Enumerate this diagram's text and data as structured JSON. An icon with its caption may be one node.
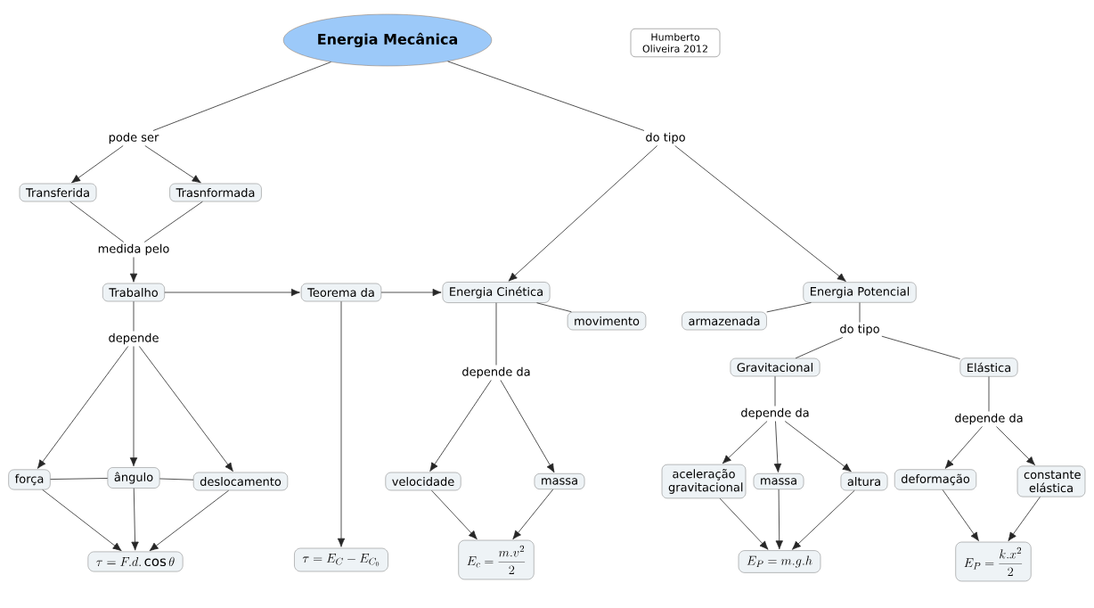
{
  "diagram": {
    "nodes": [
      {
        "text": [
          "Energia Mecânica"
        ]
      },
      {
        "text": [
          "Humberto Oliveira 2012"
        ]
      },
      {
        "text": [
          "pode ser"
        ]
      },
      {
        "text": [
          "do tipo"
        ]
      },
      {
        "text": [
          "Transferida"
        ]
      },
      {
        "text": [
          "Trasnformada"
        ]
      },
      {
        "text": [
          "medida pelo"
        ]
      },
      {
        "text": [
          "Trabalho"
        ]
      },
      {
        "text": [
          "Teorema da"
        ]
      },
      {
        "text": [
          "Energia Cinética"
        ]
      },
      {
        "text": [
          "movimento"
        ]
      },
      {
        "text": [
          "Energia Potencial"
        ]
      },
      {
        "text": [
          "armazenada"
        ]
      },
      {
        "text": [
          "depende"
        ]
      },
      {
        "text": [
          "depende da"
        ]
      },
      {
        "text": [
          "do tipo"
        ]
      },
      {
        "text": [
          "Gravitacional"
        ]
      },
      {
        "text": [
          "Elástica"
        ]
      },
      {
        "text": [
          "depende da"
        ]
      },
      {
        "text": [
          "depende da"
        ]
      },
      {
        "text": [
          "força"
        ]
      },
      {
        "text": [
          "ângulo"
        ]
      },
      {
        "text": [
          "deslocamento"
        ]
      },
      {
        "text": [
          "velocidade"
        ]
      },
      {
        "text": [
          "massa"
        ]
      },
      {
        "text": [
          "aceleração gravitacional"
        ]
      },
      {
        "text": [
          "massa"
        ]
      },
      {
        "text": [
          "altura"
        ]
      },
      {
        "text": [
          "deformação"
        ]
      },
      {
        "text": [
          "constante elástica"
        ]
      },
      {
        "text": [
          "\\tau = F.d.\\cos\\theta"
        ]
      },
      {
        "text": [
          "\\tau = E_C - E_{C_0}"
        ]
      },
      {
        "text": [
          "E_c = \\frac{m.v^2}{2}"
        ]
      },
      {
        "text": [
          "E_P = m.g.h"
        ]
      },
      {
        "text": [
          "E_P = \\frac{k.x^2}{2}"
        ]
      }
    ],
    "edges": [
      {
        "from": 0,
        "to": 2,
        "arrow": "none"
      },
      {
        "from": 2,
        "to": 4,
        "arrow": "to"
      },
      {
        "from": 2,
        "to": 5,
        "arrow": "to"
      },
      {
        "from": 0,
        "to": 3,
        "arrow": "none"
      },
      {
        "from": 3,
        "to": 9,
        "arrow": "to"
      },
      {
        "from": 3,
        "to": 11,
        "arrow": "to"
      },
      {
        "from": 4,
        "to": 6,
        "arrow": "none"
      },
      {
        "from": 5,
        "to": 6,
        "arrow": "none"
      },
      {
        "from": 6,
        "to": 7,
        "arrow": "to"
      },
      {
        "from": 7,
        "to": 8,
        "arrow": "to"
      },
      {
        "from": 8,
        "to": 9,
        "arrow": "to"
      },
      {
        "from": 9,
        "to": 10,
        "arrow": "none"
      },
      {
        "from": 12,
        "to": 11,
        "arrow": "none"
      },
      {
        "from": 7,
        "to": 13,
        "arrow": "none"
      },
      {
        "from": 13,
        "to": 20,
        "arrow": "to"
      },
      {
        "from": 13,
        "to": 21,
        "arrow": "to"
      },
      {
        "from": 13,
        "to": 22,
        "arrow": "to"
      },
      {
        "from": 20,
        "to": 21,
        "arrow": "none"
      },
      {
        "from": 21,
        "to": 22,
        "arrow": "none"
      },
      {
        "from": 20,
        "to": 30,
        "arrow": "to"
      },
      {
        "from": 21,
        "to": 30,
        "arrow": "to"
      },
      {
        "from": 22,
        "to": 30,
        "arrow": "to"
      },
      {
        "from": 8,
        "to": 31,
        "arrow": "to"
      },
      {
        "from": 9,
        "to": 14,
        "arrow": "none"
      },
      {
        "from": 14,
        "to": 23,
        "arrow": "to"
      },
      {
        "from": 14,
        "to": 24,
        "arrow": "to"
      },
      {
        "from": 23,
        "to": 32,
        "arrow": "to"
      },
      {
        "from": 24,
        "to": 32,
        "arrow": "to"
      },
      {
        "from": 11,
        "to": 15,
        "arrow": "none"
      },
      {
        "from": 15,
        "to": 16,
        "arrow": "none"
      },
      {
        "from": 15,
        "to": 17,
        "arrow": "none"
      },
      {
        "from": 16,
        "to": 18,
        "arrow": "none"
      },
      {
        "from": 18,
        "to": 25,
        "arrow": "to"
      },
      {
        "from": 18,
        "to": 26,
        "arrow": "to"
      },
      {
        "from": 18,
        "to": 27,
        "arrow": "to"
      },
      {
        "from": 25,
        "to": 33,
        "arrow": "to"
      },
      {
        "from": 26,
        "to": 33,
        "arrow": "to"
      },
      {
        "from": 27,
        "to": 33,
        "arrow": "to"
      },
      {
        "from": 17,
        "to": 19,
        "arrow": "none"
      },
      {
        "from": 19,
        "to": 28,
        "arrow": "to"
      },
      {
        "from": 19,
        "to": 29,
        "arrow": "to"
      },
      {
        "from": 28,
        "to": 34,
        "arrow": "to"
      },
      {
        "from": 29,
        "to": 34,
        "arrow": "to"
      }
    ]
  }
}
